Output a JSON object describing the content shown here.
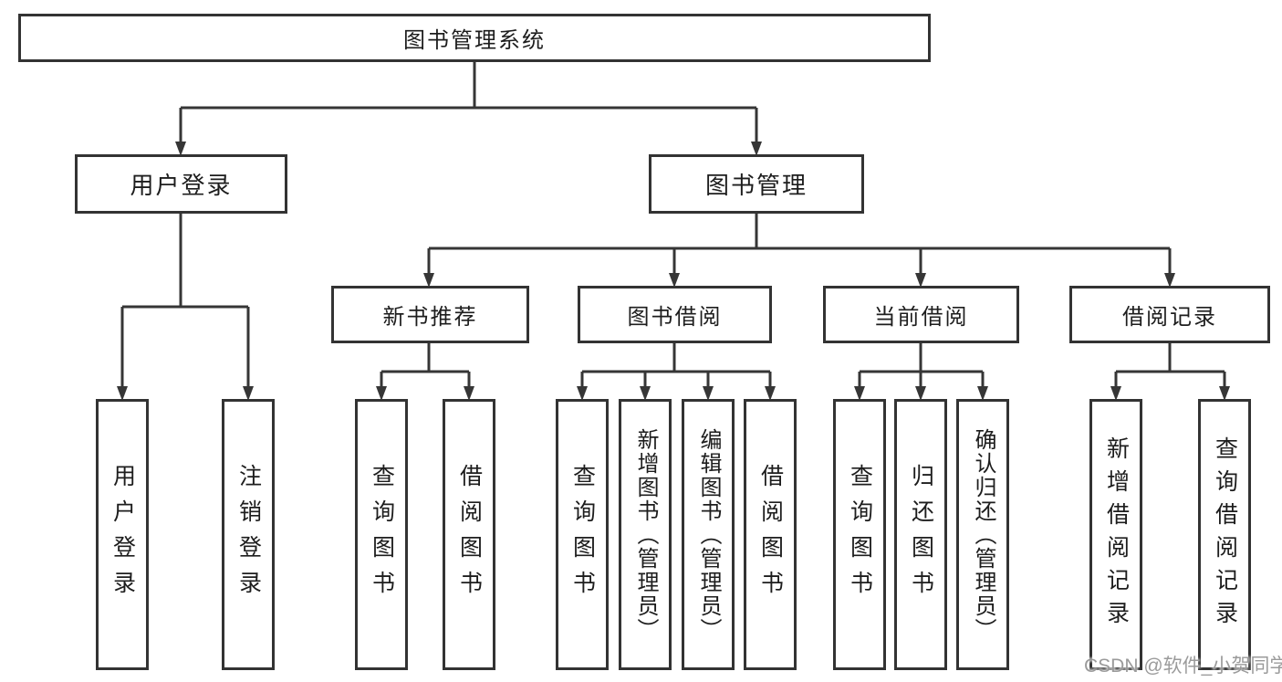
{
  "colors": {
    "line": "#363636",
    "box_border": "#333333",
    "text": "#1d1d1d",
    "watermark": "#969696",
    "background": "#ffffff"
  },
  "watermark": {
    "text": "CSDN @软件_小贺同学"
  },
  "tree": {
    "root": {
      "label": "图书管理系统"
    },
    "branches": [
      {
        "label": "用户登录",
        "children": [
          {
            "label": "用户登录"
          },
          {
            "label": "注销登录"
          }
        ]
      },
      {
        "label": "图书管理",
        "children": [
          {
            "label": "新书推荐",
            "children": [
              {
                "label": "查询图书"
              },
              {
                "label": "借阅图书"
              }
            ]
          },
          {
            "label": "图书借阅",
            "children": [
              {
                "label": "查询图书"
              },
              {
                "label": "新增图书（管理员）"
              },
              {
                "label": "编辑图书（管理员）"
              },
              {
                "label": "借阅图书"
              }
            ]
          },
          {
            "label": "当前借阅",
            "children": [
              {
                "label": "查询图书"
              },
              {
                "label": "归还图书"
              },
              {
                "label": "确认归还（管理员）"
              }
            ]
          },
          {
            "label": "借阅记录",
            "children": [
              {
                "label": "新增借阅记录"
              },
              {
                "label": "查询借阅记录"
              }
            ]
          }
        ]
      }
    ]
  }
}
